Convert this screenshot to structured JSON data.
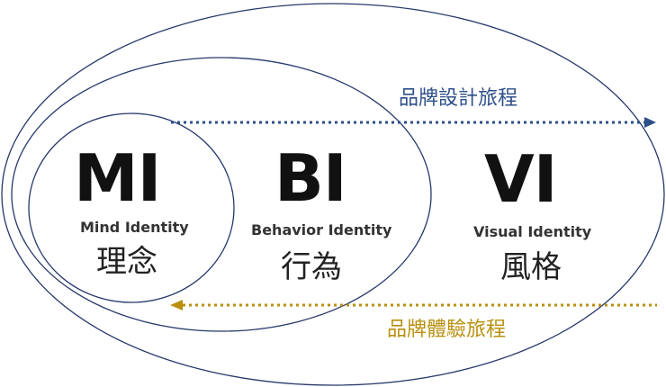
{
  "colors": {
    "outline": "#27386b",
    "design_arrow": "#2e4f8a",
    "experience_arrow": "#b8900e",
    "text": "#111111"
  },
  "mi": {
    "abbr": "MI",
    "english": "Mind Identity",
    "chinese": "理念"
  },
  "bi": {
    "abbr": "BI",
    "english": "Behavior Identity",
    "chinese": "行為"
  },
  "vi": {
    "abbr": "VI",
    "english": "Visual Identity",
    "chinese": "風格"
  },
  "design_journey": {
    "label": "品牌設計旅程",
    "direction": "right"
  },
  "experience_journey": {
    "label": "品牌體驗旅程",
    "direction": "left"
  }
}
